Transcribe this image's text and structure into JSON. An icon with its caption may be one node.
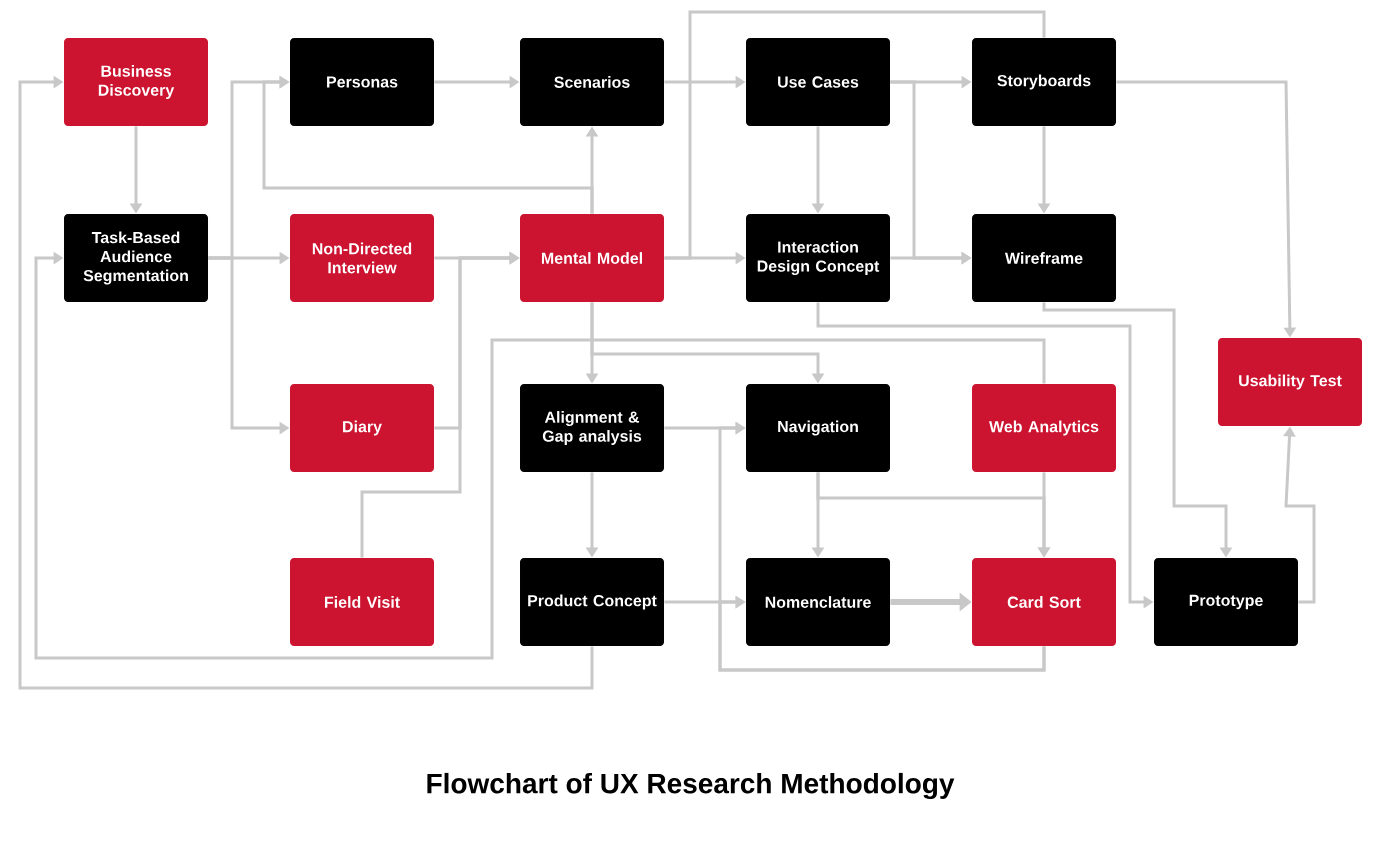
{
  "diagram": {
    "title": "Flowchart of UX Research Methodology",
    "nodes": [
      {
        "text": [
          "Business Discovery"
        ]
      },
      {
        "text": [
          "Task-Based Audience Segmentation"
        ]
      },
      {
        "text": [
          "Personas"
        ]
      },
      {
        "text": [
          "Scenarios"
        ]
      },
      {
        "text": [
          "Use Cases"
        ]
      },
      {
        "text": [
          "Storyboards"
        ]
      },
      {
        "text": [
          "Non-Directed Interview"
        ]
      },
      {
        "text": [
          "Mental Model"
        ]
      },
      {
        "text": [
          "Interaction Design Concept"
        ]
      },
      {
        "text": [
          "Wireframe"
        ]
      },
      {
        "text": [
          "Diary"
        ]
      },
      {
        "text": [
          "Alignment & Gap analysis"
        ]
      },
      {
        "text": [
          "Navigation"
        ]
      },
      {
        "text": [
          "Web Analytics"
        ]
      },
      {
        "text": [
          "Usability Test"
        ]
      },
      {
        "text": [
          "Field Visit"
        ]
      },
      {
        "text": [
          "Product Concept"
        ]
      },
      {
        "text": [
          "Nomenclature"
        ]
      },
      {
        "text": [
          "Card Sort"
        ]
      },
      {
        "text": [
          "Prototype"
        ]
      }
    ],
    "edges": [
      {
        "from": 0,
        "to": 1,
        "arrow": "to"
      },
      {
        "from": 1,
        "to": 6,
        "arrow": "to"
      },
      {
        "from": 6,
        "to": 7,
        "arrow": "to"
      },
      {
        "from": 2,
        "to": 3,
        "arrow": "to"
      },
      {
        "from": 7,
        "to": 3,
        "arrow": "to"
      },
      {
        "from": 7,
        "to": 2,
        "arrow": "to"
      },
      {
        "from": 1,
        "to": 2,
        "arrow": "to"
      },
      {
        "from": 1,
        "to": 10,
        "arrow": "to"
      },
      {
        "from": 3,
        "to": 4,
        "arrow": "to"
      },
      {
        "from": 7,
        "to": 5,
        "arrow": "none"
      },
      {
        "from": 7,
        "to": 8,
        "arrow": "to"
      },
      {
        "from": 4,
        "to": 5,
        "arrow": "to"
      },
      {
        "from": 4,
        "to": 8,
        "arrow": "to"
      },
      {
        "from": 4,
        "to": 9,
        "arrow": "to"
      },
      {
        "from": 8,
        "to": 9,
        "arrow": "to"
      },
      {
        "from": 5,
        "to": 9,
        "arrow": "to"
      },
      {
        "from": 5,
        "to": 14,
        "arrow": "to"
      },
      {
        "from": 9,
        "to": 19,
        "arrow": "to"
      },
      {
        "from": 19,
        "to": 14,
        "arrow": "to"
      },
      {
        "from": 8,
        "to": 19,
        "arrow": "to"
      },
      {
        "from": 10,
        "to": 7,
        "arrow": "to"
      },
      {
        "from": 15,
        "to": 7,
        "arrow": "to"
      },
      {
        "from": 7,
        "to": 11,
        "arrow": "to"
      },
      {
        "from": 7,
        "to": 12,
        "arrow": "to"
      },
      {
        "from": 13,
        "to": 1,
        "arrow": "to"
      },
      {
        "from": 16,
        "to": 0,
        "arrow": "to"
      },
      {
        "from": 11,
        "to": 16,
        "arrow": "to"
      },
      {
        "from": 11,
        "to": 12,
        "arrow": "to"
      },
      {
        "from": 16,
        "to": 17,
        "arrow": "to"
      },
      {
        "from": 12,
        "to": 17,
        "arrow": "to"
      },
      {
        "from": 12,
        "to": 18,
        "arrow": "to"
      },
      {
        "from": 13,
        "to": 18,
        "arrow": "to"
      },
      {
        "from": 17,
        "to": 18,
        "arrow": "to",
        "style": "thick"
      },
      {
        "from": 18,
        "to": 12,
        "arrow": "to"
      },
      {
        "from": 18,
        "to": 17,
        "arrow": "to"
      }
    ]
  }
}
